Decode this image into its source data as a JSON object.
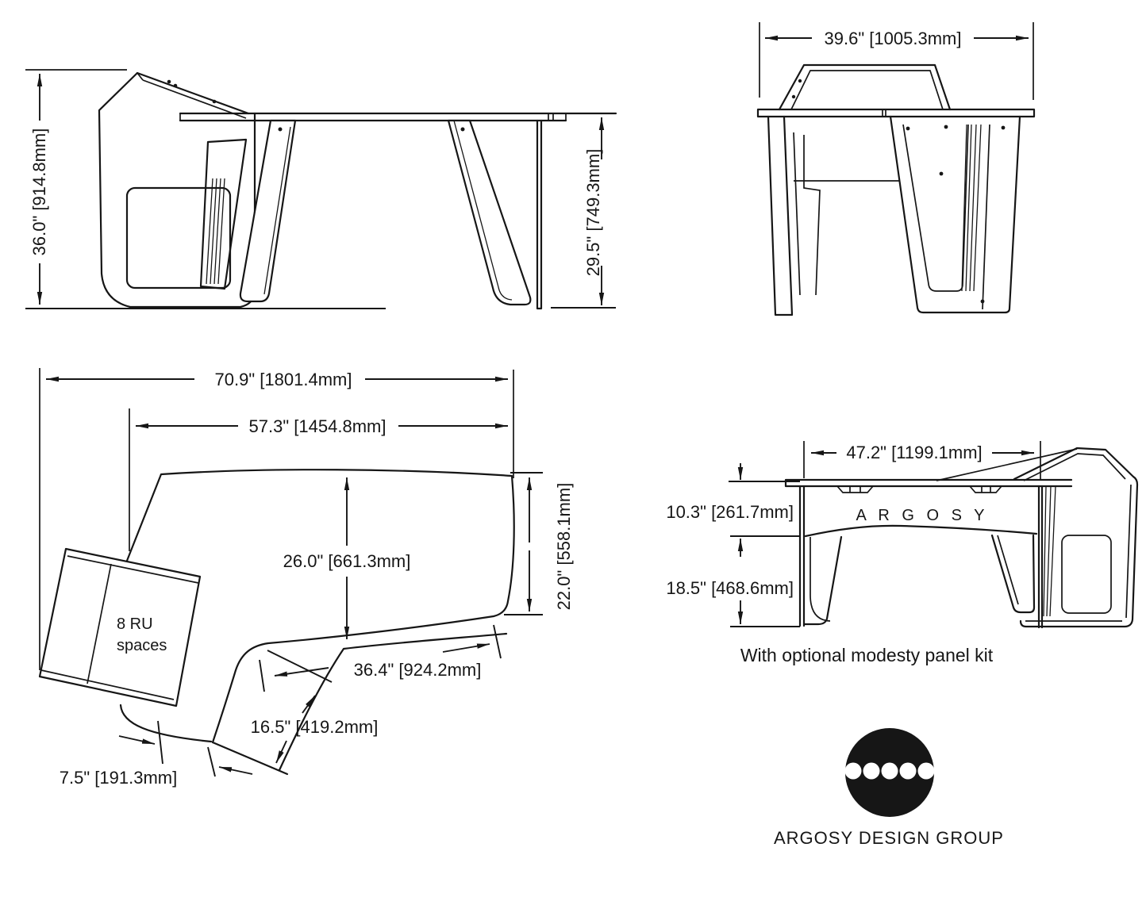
{
  "document": {
    "background_color": "#ffffff",
    "line_color": "#161616"
  },
  "side_view": {
    "height_dim": "36.0\" [914.8mm]",
    "surface_height_dim": "29.5\" [749.3mm]"
  },
  "end_view": {
    "width_dim": "39.6\" [1005.3mm]"
  },
  "plan_view": {
    "overall_width_dim": "70.9\" [1801.4mm]",
    "desktop_width_dim": "57.3\" [1454.8mm]",
    "desktop_depth_dim": "26.0\" [661.3mm]",
    "side_depth_dim": "22.0\" [558.1mm]",
    "front_edge_dim": "36.4\" [924.2mm]",
    "tray_depth_dim": "16.5\" [419.2mm]",
    "rack_offset_dim": "7.5\" [191.3mm]",
    "rack_label_line1": "8 RU",
    "rack_label_line2": "spaces"
  },
  "rear_view": {
    "panel_width_dim": "47.2\" [1199.1mm]",
    "panel_top_dim": "10.3\" [261.7mm]",
    "panel_height_dim": "18.5\" [468.6mm]",
    "panel_brand": "A R G O S Y",
    "caption": "With optional modesty panel kit"
  },
  "branding": {
    "company_name": "ARGOSY DESIGN GROUP"
  }
}
